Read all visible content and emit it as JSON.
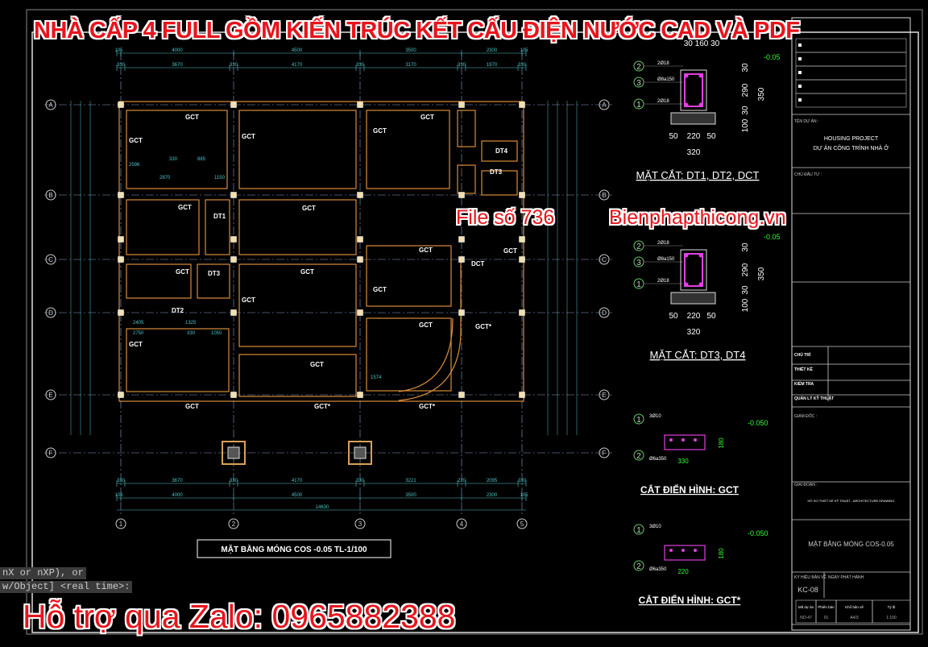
{
  "overlay": {
    "title": "NHÀ CẤP 4 FULL GỒM KIẾN TRÚC KẾT CẤU ĐIỆN NƯỚC CAD VÀ PDF",
    "file_number": "File số 736",
    "website": "Bienphapthicong.vn",
    "support": "Hỗ trợ qua Zalo: 0965882388"
  },
  "command_line": [
    "nX or nXP), or",
    "w/Object] <real time>:"
  ],
  "plan": {
    "title": "MẶT BẰNG MÓNG COS -0.05  TL-1/100",
    "grid_rows": [
      "A",
      "B",
      "C",
      "D",
      "E",
      "F"
    ],
    "grid_cols": [
      "1",
      "2",
      "3",
      "4",
      "5"
    ],
    "dims_top_outer": [
      "105",
      "4000",
      "4500",
      "3500",
      "2300",
      "105"
    ],
    "dims_top_inner": [
      "330",
      "3670",
      "330",
      "4170",
      "330",
      "3170",
      "330",
      "1970",
      "330"
    ],
    "dims_bottom_inner": [
      "330",
      "3670",
      "330",
      "4170",
      "330",
      "3221",
      "220",
      "2095",
      "330"
    ],
    "dims_bottom_outer": [
      "105",
      "4000",
      "4500",
      "3500",
      "2300",
      "105"
    ],
    "dim_total": "14630",
    "beam_labels": [
      "GCT",
      "GCT",
      "GCT",
      "GCT",
      "GCT",
      "GCT",
      "GCT",
      "GCT",
      "GCT",
      "GCT",
      "GCT",
      "GCT",
      "GCT",
      "GCT",
      "GCT",
      "GCT",
      "GCT",
      "GCT*",
      "GCT*",
      "GCT*",
      "DCT",
      "DT1",
      "DT2",
      "DT3",
      "DT4",
      "DT3"
    ],
    "inner_dims": [
      "2596",
      "330",
      "885",
      "2870",
      "1150",
      "2405",
      "1325",
      "2750",
      "330",
      "1050",
      "1574"
    ],
    "colors": {
      "beam": "#d98c3a",
      "grid": "#8aa0c8",
      "dim": "#4fc3c8",
      "text": "#ffffff"
    }
  },
  "sections": [
    {
      "title": "MẶT CẮT: DT1, DT2, DCT",
      "marks": [
        "2",
        "3",
        "1"
      ],
      "bars": [
        "2Ø18",
        "Ø8a150",
        "2Ø18"
      ],
      "top_dims": "30 160 30",
      "widths": [
        "50",
        "220",
        "50"
      ],
      "total_width": "320",
      "heights": [
        "30",
        "290",
        "30",
        "100"
      ],
      "total_height": "350",
      "level": "-0.05"
    },
    {
      "title": "MẶT CẮT: DT3, DT4",
      "marks": [
        "2",
        "3",
        "1"
      ],
      "bars": [
        "2Ø18",
        "Ø8a150",
        "2Ø18"
      ],
      "widths": [
        "50",
        "220",
        "50"
      ],
      "total_width": "320",
      "heights": [
        "30",
        "290",
        "30",
        "100"
      ],
      "total_height": "350",
      "level": "-0.05"
    },
    {
      "title": "CẮT ĐIỂN HÌNH: GCT",
      "marks": [
        "1",
        "2"
      ],
      "bars": [
        "3Ø10",
        "Ø6a350"
      ],
      "width": "330",
      "height": "180",
      "level": "-0.050"
    },
    {
      "title": "CẮT ĐIỂN HÌNH: GCT*",
      "marks": [
        "1",
        "2"
      ],
      "bars": [
        "3Ø10",
        "Ø6a350"
      ],
      "width": "220",
      "height": "180",
      "level": "-0.050"
    }
  ],
  "title_block": {
    "project_label": "TÊN DỰ ÁN :",
    "project_name": [
      "HOUSING PROJECT",
      "DỰ ÁN CÔNG TRÌNH NHÀ Ở"
    ],
    "owner_label": "CHỦ ĐẦU TƯ :",
    "roles": [
      "CHỦ TRÌ",
      "THIẾT KẾ",
      "KIỂM TRA",
      "QUẢN LÝ KỸ THUẬT"
    ],
    "director_label": "GIÁM ĐỐC :",
    "stage_label": "GIAI ĐOẠN :",
    "stage_value": "HỒ SƠ THIẾT KẾ KỸ THUẬT - ARCHITECTURE DRAWING",
    "drawing_name": "MẶT BẰNG MÓNG COS-0.05",
    "sheet_code_label": "KÝ HIỆU BẢN VẼ",
    "sheet_code": "KC-08",
    "issue_date_label": "NGÀY PHÁT HÀNH",
    "footer": [
      [
        "Mã dự án",
        "NO-47"
      ],
      [
        "Phiên bản",
        "01"
      ],
      [
        "Khổ bản vẽ",
        "A4/3"
      ],
      [
        "Tỷ lệ",
        "1:100"
      ]
    ]
  }
}
